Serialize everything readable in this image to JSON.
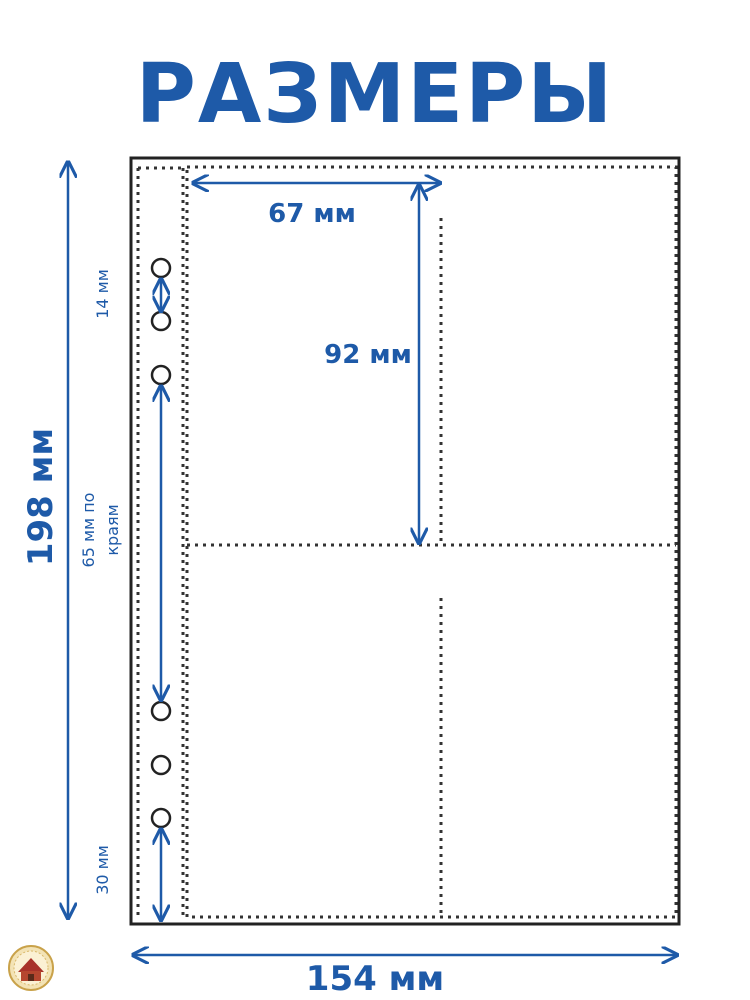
{
  "title": "РАЗМЕРЫ",
  "dimensions": {
    "width_label": "154 мм",
    "height_label": "198 мм",
    "pocket_width_label": "67 мм",
    "pocket_height_label": "92 мм",
    "hole_spacing_label": "14 мм",
    "hole_group_label_line1": "65 мм по",
    "hole_group_label_line2": "краям",
    "bottom_offset_label": "30 мм"
  },
  "colors": {
    "accent": "#1e5aa8",
    "outline": "#222222"
  },
  "logo": {
    "icon": "house-logo-icon"
  }
}
